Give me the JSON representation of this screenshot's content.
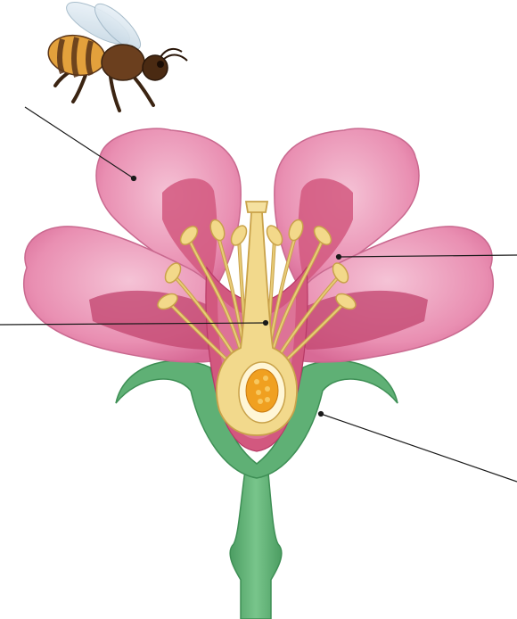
{
  "diagram": {
    "subject": "flower-cross-section",
    "colors": {
      "background": "#ffffff",
      "petal_outer": "#e98fb2",
      "petal_light": "#f3b8cf",
      "petal_inner": "#d2587f",
      "petal_deep": "#b83a66",
      "sepal": "#5fb075",
      "sepal_dark": "#3e8f55",
      "stem": "#68b87c",
      "pistil": "#f2d98c",
      "pistil_outline": "#c9a24a",
      "stamen": "#d8b75a",
      "anther": "#f3d98a",
      "ovary_core": "#f0a020",
      "ovule": "#ffffff",
      "leader_line": "#1a1a1a",
      "bee_body": "#6b3f1e",
      "bee_stripe": "#e3a13c",
      "bee_wing": "#d7e6f0"
    },
    "callouts": [
      {
        "target": "petal"
      },
      {
        "target": "stigma-style"
      },
      {
        "target": "stamen"
      },
      {
        "target": "sepal"
      }
    ]
  }
}
